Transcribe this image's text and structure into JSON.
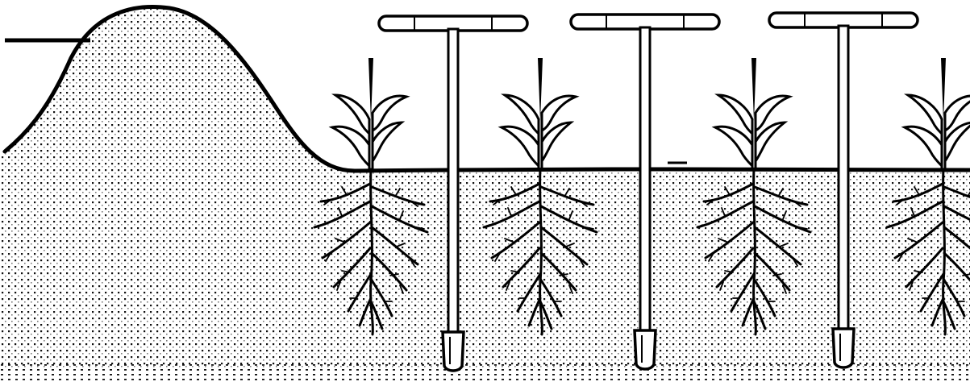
{
  "illustration": {
    "style": "black-and-white line drawing with stippled soil",
    "colors": {
      "ink": "#000000",
      "paper": "#ffffff",
      "stipple": "#111111"
    },
    "elements": {
      "mound": "soil mound",
      "plants": [
        "seedling",
        "seedling",
        "seedling",
        "seedling"
      ],
      "probes": [
        "t-handle-soil-probe",
        "t-handle-soil-probe",
        "t-handle-soil-probe"
      ]
    }
  }
}
